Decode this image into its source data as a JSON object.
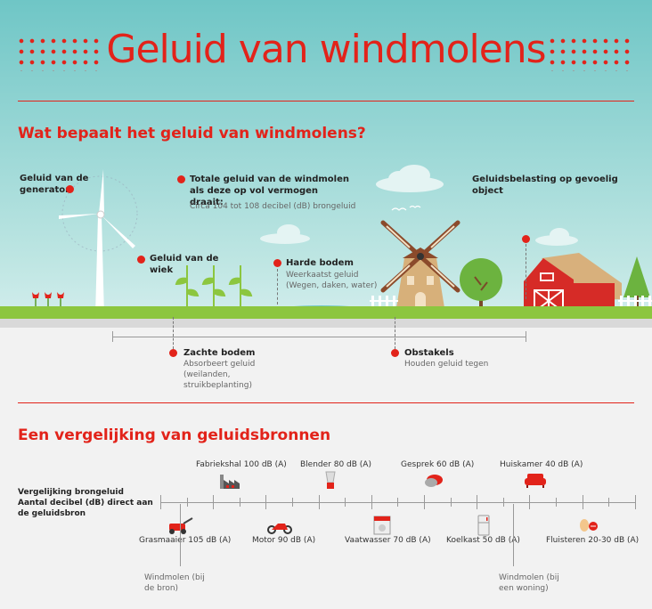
{
  "title": "Geluid van windmolens",
  "section1": {
    "heading": "Wat bepaalt het geluid van windmolens?",
    "generator": "Geluid van de generator",
    "wiek": "Geluid van de wiek",
    "totaal_title": "Totale geluid van de windmolen als deze op vol vermogen draait:",
    "totaal_sub": "Circa 104 tot 108 decibel (dB) brongeluid",
    "harde_title": "Harde bodem",
    "harde_sub": "Weerkaatst geluid (Wegen, daken, water)",
    "belasting": "Geluidsbelasting op gevoelig object",
    "zachte_title": "Zachte bodem",
    "zachte_sub": "Absorbeert geluid (weilanden, struikbeplanting)",
    "obstakels_title": "Obstakels",
    "obstakels_sub": "Houden geluid tegen"
  },
  "section2": {
    "heading": "Een vergelijking van geluidsbronnen",
    "side_label": "Vergelijking brongeluid Aantal decibel (dB) direct aan de geluidsbron",
    "top_items": [
      {
        "label": "Fabriekshal 100 dB (A)",
        "icon": "factory-icon"
      },
      {
        "label": "Blender 80 dB (A)",
        "icon": "blender-icon"
      },
      {
        "label": "Gesprek 60 dB (A)",
        "icon": "speech-bubble-icon"
      },
      {
        "label": "Huiskamer 40 dB (A)",
        "icon": "sofa-icon"
      }
    ],
    "bottom_items": [
      {
        "label": "Grasmaaier 105 dB (A)",
        "icon": "lawnmower-icon"
      },
      {
        "label": "Motor 90 dB (A)",
        "icon": "motorcycle-icon"
      },
      {
        "label": "Vaatwasser 70 dB (A)",
        "icon": "dishwasher-icon"
      },
      {
        "label": "Koelkast 50 dB (A)",
        "icon": "fridge-icon"
      },
      {
        "label": "Fluisteren 20-30 dB (A)",
        "icon": "whisper-icon"
      }
    ],
    "windmolen_bron": "Windmolen (bij de bron)",
    "windmolen_woning": "Windmolen (bij een woning)"
  },
  "colors": {
    "accent": "#e2231a",
    "sky": "#6fc6c6",
    "grass": "#8cc63f",
    "barn": "#d62b27"
  }
}
